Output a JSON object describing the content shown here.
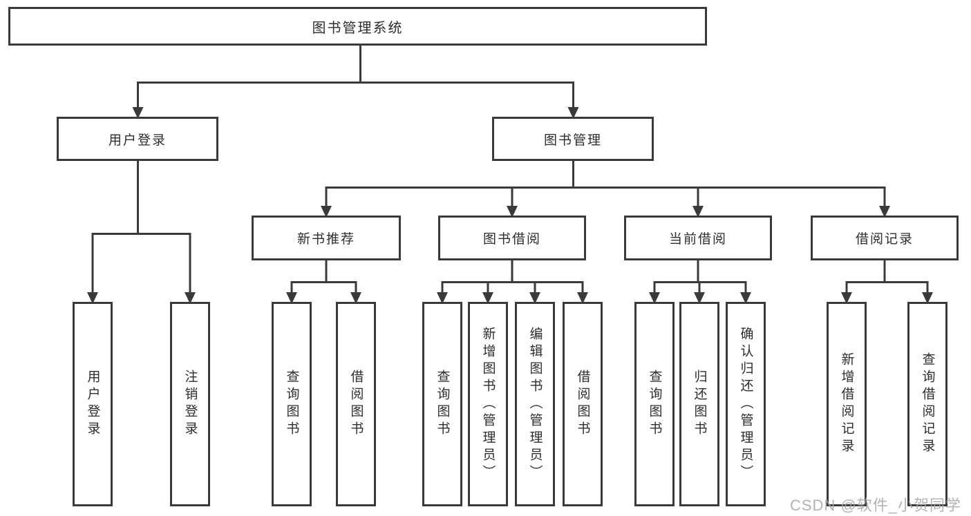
{
  "diagram": {
    "type": "hierarchy-tree",
    "colors": {
      "line": "#3a3a3a",
      "text": "#2d2d2d",
      "background": "#ffffff",
      "watermark": "#a6a6a6"
    },
    "tree": {
      "root": {
        "label": "图书管理系统",
        "children": [
          {
            "label": "用户登录",
            "children": [
              {
                "label": "用户登录"
              },
              {
                "label": "注销登录"
              }
            ]
          },
          {
            "label": "图书管理",
            "children": [
              {
                "label": "新书推荐",
                "children": [
                  {
                    "label": "查询图书"
                  },
                  {
                    "label": "借阅图书"
                  }
                ]
              },
              {
                "label": "图书借阅",
                "children": [
                  {
                    "label": "查询图书"
                  },
                  {
                    "label": "新增图书（管理员）"
                  },
                  {
                    "label": "编辑图书（管理员）"
                  },
                  {
                    "label": "借阅图书"
                  }
                ]
              },
              {
                "label": "当前借阅",
                "children": [
                  {
                    "label": "查询图书"
                  },
                  {
                    "label": "归还图书"
                  },
                  {
                    "label": "确认归还（管理员）"
                  }
                ]
              },
              {
                "label": "借阅记录",
                "children": [
                  {
                    "label": "新增借阅记录"
                  },
                  {
                    "label": "查询借阅记录"
                  }
                ]
              }
            ]
          }
        ]
      }
    },
    "watermark": {
      "text": "CSDN @软件_小贺同学"
    }
  }
}
